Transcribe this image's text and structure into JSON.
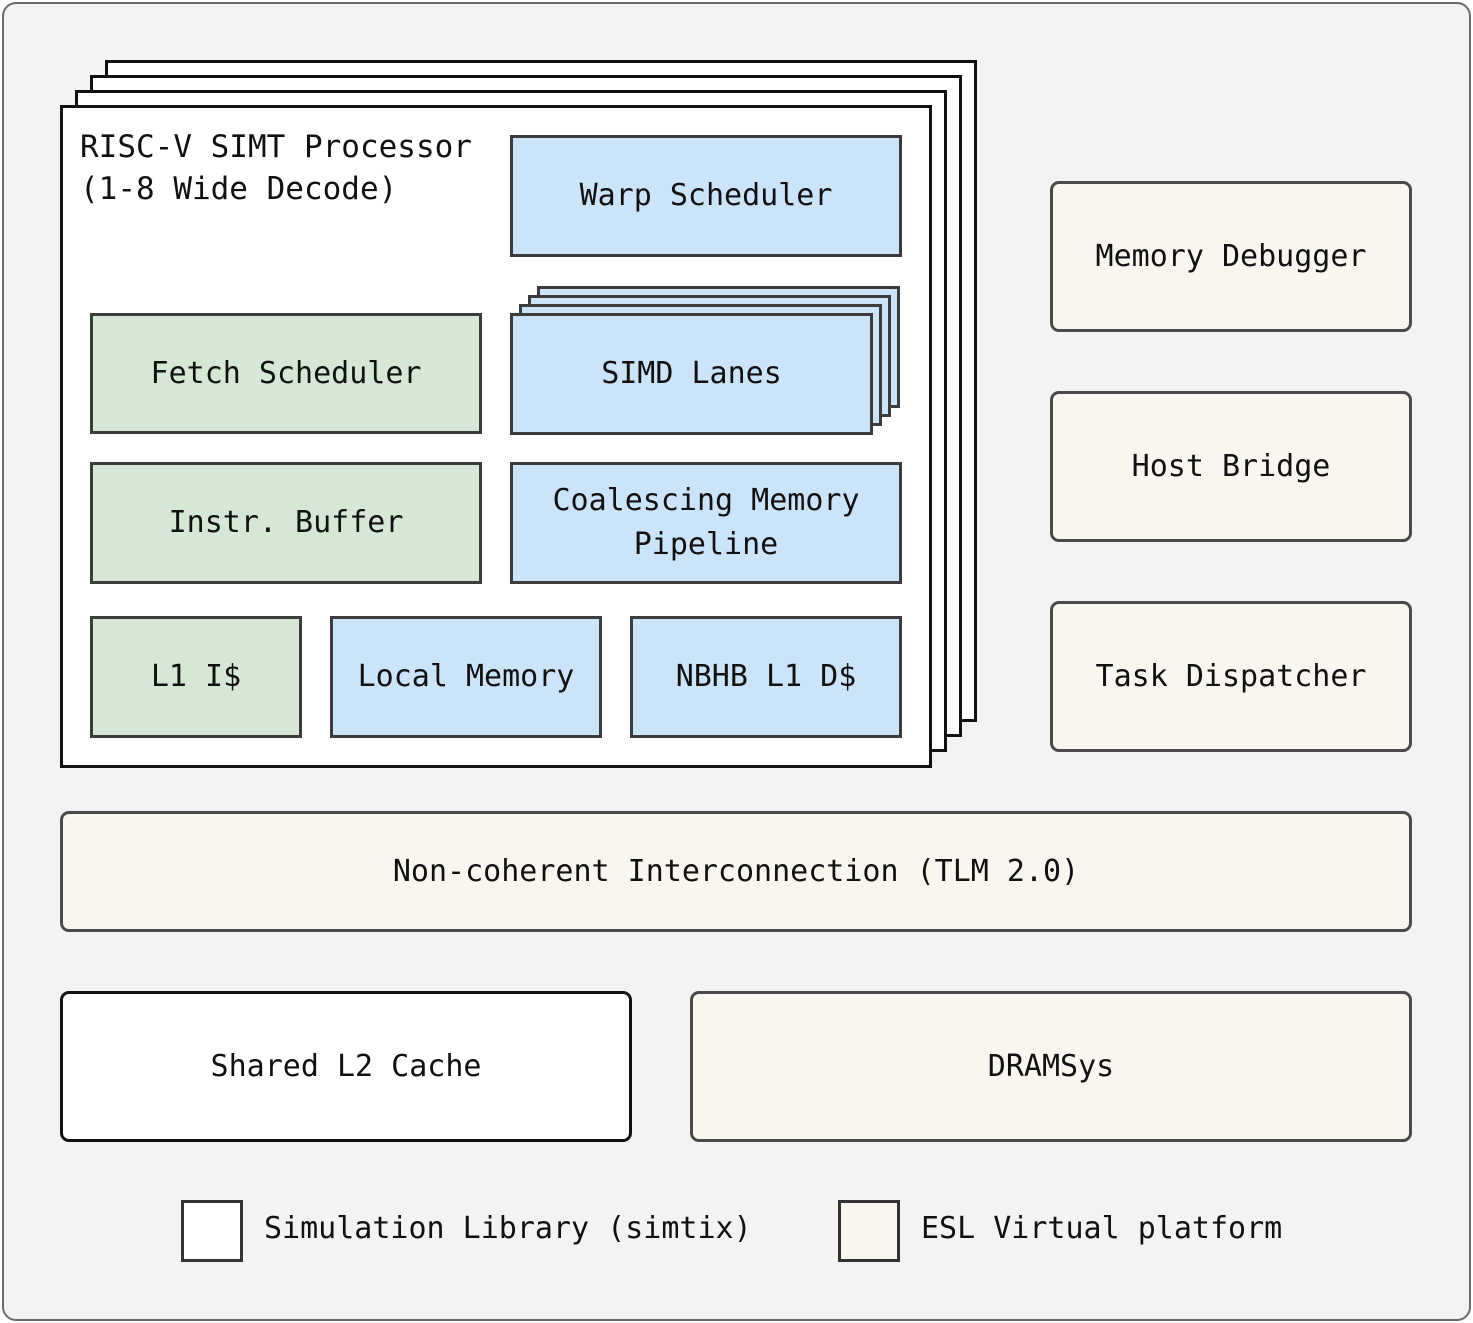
{
  "processor": {
    "title_line1": "RISC-V SIMT Processor",
    "title_line2": "(1-8 Wide Decode)"
  },
  "blocks": {
    "warp_scheduler": "Warp Scheduler",
    "fetch_scheduler": "Fetch Scheduler",
    "simd_lanes": "SIMD Lanes",
    "instr_buffer": "Instr. Buffer",
    "coalescing_line1": "Coalescing Memory",
    "coalescing_line2": "Pipeline",
    "l1_icache": "L1 I$",
    "local_memory": "Local Memory",
    "nbhb_l1_dcache": "NBHB L1 D$"
  },
  "side": {
    "memory_debugger": "Memory Debugger",
    "host_bridge": "Host Bridge",
    "task_dispatcher": "Task Dispatcher"
  },
  "interconnect": "Non-coherent Interconnection (TLM 2.0)",
  "shared_l2": "Shared L2 Cache",
  "dramsys": "DRAMSys",
  "legend": {
    "simulation_library": "Simulation Library (simtix)",
    "esl_platform": "ESL Virtual platform"
  },
  "colors": {
    "blue_fill": "#cce4fa",
    "green_fill": "#d6e8d5",
    "cream_fill": "#f8f6ef",
    "background": "#f3f3f3"
  }
}
